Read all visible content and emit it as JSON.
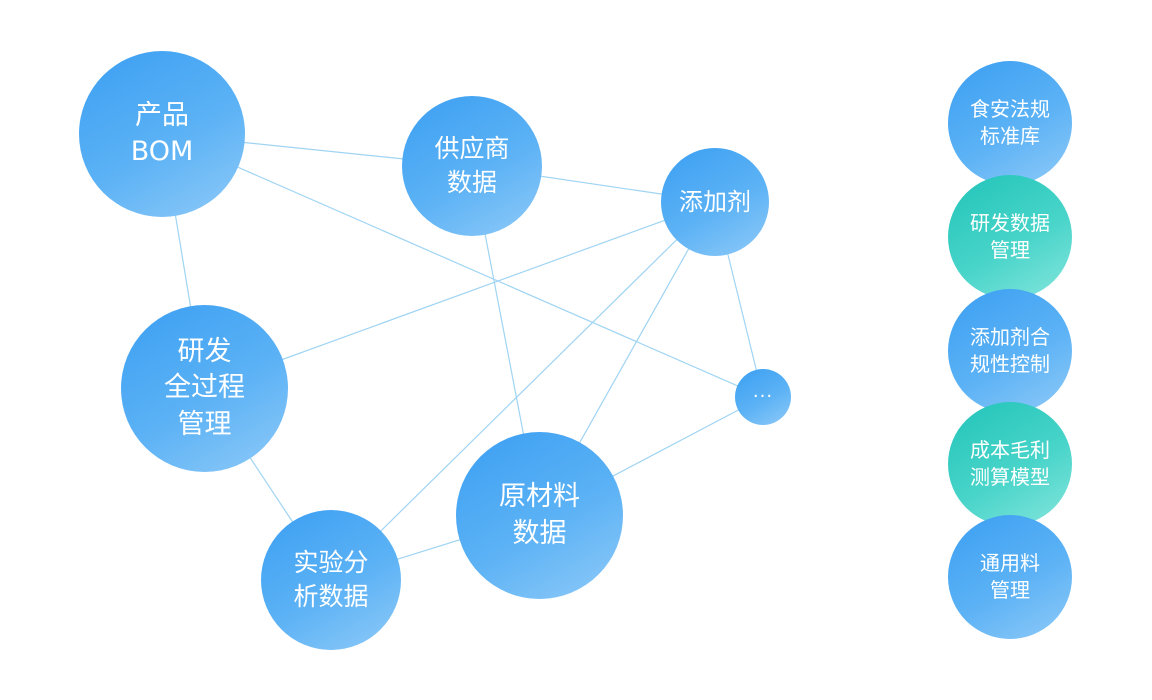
{
  "network": {
    "nodes": {
      "bom": "产品\nBOM",
      "supplier": "供应商\n数据",
      "additive": "添加剂",
      "rnd": "研发\n全过程\n管理",
      "more": "···",
      "raw": "原材料\n数据",
      "lab": "实验分\n析数据"
    }
  },
  "modules": [
    {
      "label": "食安法规\n标准库",
      "color": "blue"
    },
    {
      "label": "研发数据\n管理",
      "color": "teal"
    },
    {
      "label": "添加剂合\n规性控制",
      "color": "blue"
    },
    {
      "label": "成本毛利\n测算模型",
      "color": "teal"
    },
    {
      "label": "通用料\n管理",
      "color": "blue"
    }
  ],
  "colors": {
    "blue": "#3b9ff2",
    "teal": "#22c4b9",
    "link": "#9fd4f3"
  }
}
